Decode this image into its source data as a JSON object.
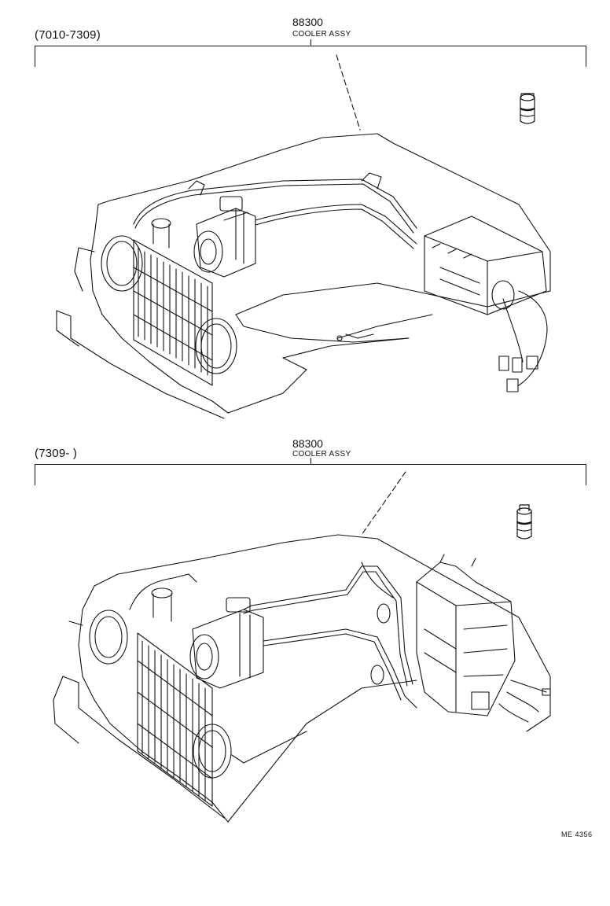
{
  "sections": [
    {
      "range_label": "(7010-7309)",
      "part_number": "88300",
      "part_name": "COOLER ASSY"
    },
    {
      "range_label": "(7309-          )",
      "part_number": "88300",
      "part_name": "COOLER ASSY"
    }
  ],
  "ref_code": "ME 4356"
}
